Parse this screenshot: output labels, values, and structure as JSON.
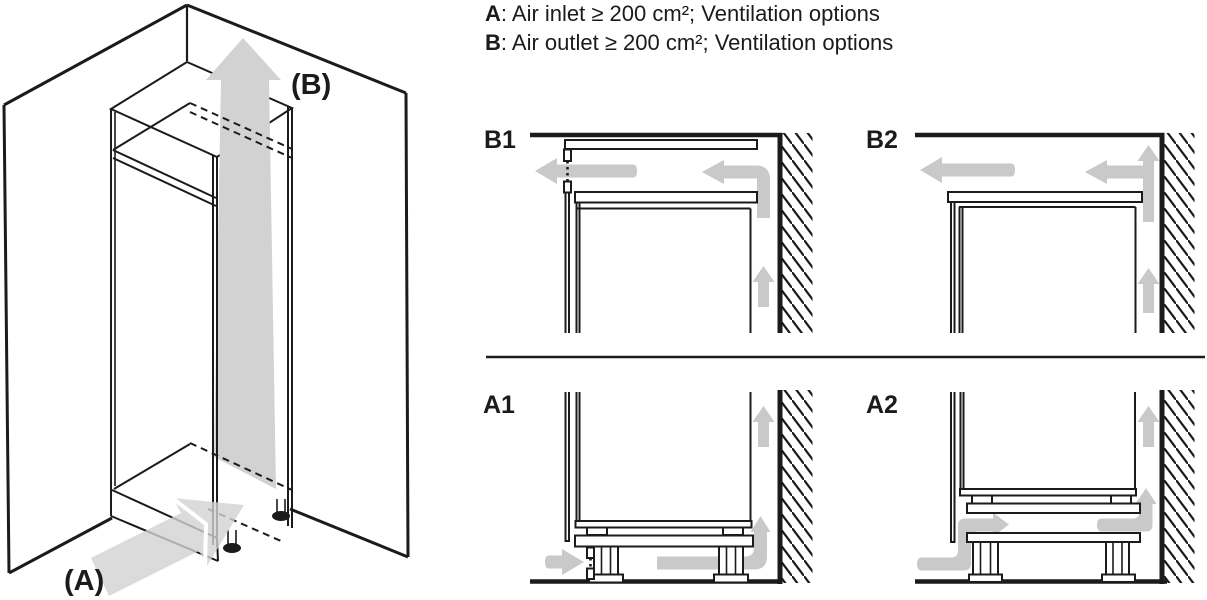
{
  "legend": {
    "line_a": {
      "key": "A",
      "text": ": Air inlet ≥ 200 cm²; Ventilation options"
    },
    "line_b": {
      "key": "B",
      "text": ": Air outlet ≥ 200 cm²; Ventilation options"
    }
  },
  "isometric": {
    "inlet_label": "(A)",
    "outlet_label": "(B)"
  },
  "diagrams": {
    "b1": {
      "label": "B1"
    },
    "b2": {
      "label": "B2"
    },
    "a1": {
      "label": "A1"
    },
    "a2": {
      "label": "A2"
    }
  },
  "colors": {
    "line": "#1b1b1b",
    "arrow": "#c9c9c9",
    "iso_arrow": "#d2d2d2",
    "background": "#ffffff"
  }
}
